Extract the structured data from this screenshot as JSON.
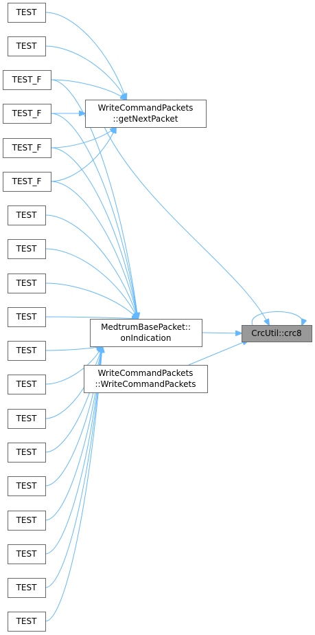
{
  "diagram": {
    "nodes": [
      {
        "id": "t1",
        "lines": [
          "TEST"
        ]
      },
      {
        "id": "t2",
        "lines": [
          "TEST"
        ]
      },
      {
        "id": "tf1",
        "lines": [
          "TEST_F"
        ]
      },
      {
        "id": "tf2",
        "lines": [
          "TEST_F"
        ]
      },
      {
        "id": "tf3",
        "lines": [
          "TEST_F"
        ]
      },
      {
        "id": "tf4",
        "lines": [
          "TEST_F"
        ]
      },
      {
        "id": "t3",
        "lines": [
          "TEST"
        ]
      },
      {
        "id": "t4",
        "lines": [
          "TEST"
        ]
      },
      {
        "id": "t5",
        "lines": [
          "TEST"
        ]
      },
      {
        "id": "t6",
        "lines": [
          "TEST"
        ]
      },
      {
        "id": "t7",
        "lines": [
          "TEST"
        ]
      },
      {
        "id": "t8",
        "lines": [
          "TEST"
        ]
      },
      {
        "id": "t9",
        "lines": [
          "TEST"
        ]
      },
      {
        "id": "t10",
        "lines": [
          "TEST"
        ]
      },
      {
        "id": "t11",
        "lines": [
          "TEST"
        ]
      },
      {
        "id": "t12",
        "lines": [
          "TEST"
        ]
      },
      {
        "id": "t13",
        "lines": [
          "TEST"
        ]
      },
      {
        "id": "t14",
        "lines": [
          "TEST"
        ]
      },
      {
        "id": "t15",
        "lines": [
          "TEST"
        ]
      },
      {
        "id": "gnp",
        "lines": [
          "WriteCommandPackets",
          "::getNextPacket"
        ]
      },
      {
        "id": "oni",
        "lines": [
          "MedtrumBasePacket::",
          "onIndication"
        ]
      },
      {
        "id": "wcp",
        "lines": [
          "WriteCommandPackets",
          "::WriteCommandPackets"
        ]
      },
      {
        "id": "crc",
        "lines": [
          "CrcUtil::crc8"
        ],
        "focus": true
      }
    ],
    "edges": [
      {
        "from": "t1",
        "to": "gnp"
      },
      {
        "from": "t2",
        "to": "gnp"
      },
      {
        "from": "tf1",
        "to": "gnp"
      },
      {
        "from": "tf2",
        "to": "gnp"
      },
      {
        "from": "tf3",
        "to": "gnp"
      },
      {
        "from": "tf4",
        "to": "gnp"
      },
      {
        "from": "tf1",
        "to": "oni"
      },
      {
        "from": "tf2",
        "to": "oni"
      },
      {
        "from": "tf3",
        "to": "oni"
      },
      {
        "from": "tf4",
        "to": "oni"
      },
      {
        "from": "t3",
        "to": "oni"
      },
      {
        "from": "t4",
        "to": "oni"
      },
      {
        "from": "t5",
        "to": "oni"
      },
      {
        "from": "t6",
        "to": "oni"
      },
      {
        "from": "t7",
        "to": "oni"
      },
      {
        "from": "t8",
        "to": "oni"
      },
      {
        "from": "t9",
        "to": "oni"
      },
      {
        "from": "t10",
        "to": "oni"
      },
      {
        "from": "t11",
        "to": "oni"
      },
      {
        "from": "t12",
        "to": "oni"
      },
      {
        "from": "t13",
        "to": "oni"
      },
      {
        "from": "t14",
        "to": "oni"
      },
      {
        "from": "t15",
        "to": "oni"
      },
      {
        "from": "gnp",
        "to": "crc"
      },
      {
        "from": "oni",
        "to": "crc"
      },
      {
        "from": "wcp",
        "to": "crc"
      },
      {
        "from": "crc",
        "to": "crc"
      }
    ]
  }
}
